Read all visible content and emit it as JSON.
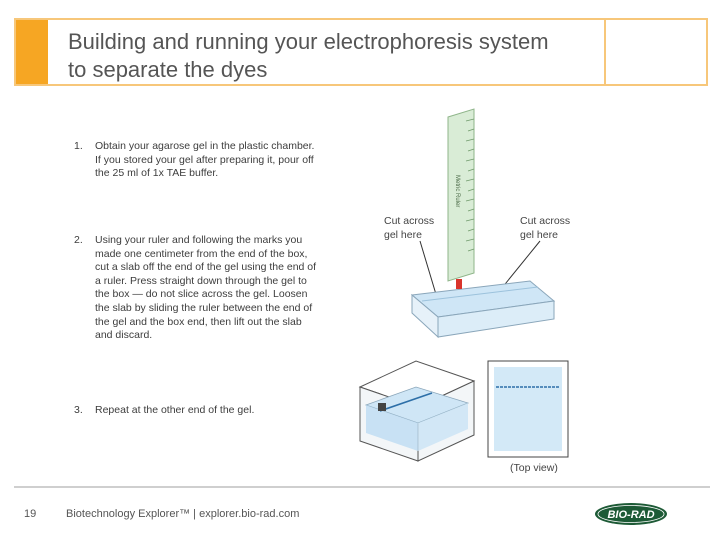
{
  "slide": {
    "title_line1": "Building and running your electrophoresis system",
    "title_line2": "to separate the dyes",
    "accent_color": "#f6a623"
  },
  "steps": [
    {
      "number": "1.",
      "lines": [
        "Obtain your agarose gel in the plastic chamber.",
        "If you stored your gel after preparing it, pour off",
        "the 25 ml of 1x TAE buffer."
      ]
    },
    {
      "number": "2.",
      "lines": [
        "Using your ruler and following the marks you",
        "made one centimeter from the end of the box,",
        "cut a slab off the end of the gel using the end of",
        "a ruler. Press straight down through the gel to",
        "the box — do not slice across the gel. Loosen",
        "the slab by sliding the ruler between the end of",
        "the gel and the box end, then lift out the slab",
        "and discard."
      ]
    },
    {
      "number": "3.",
      "lines": [
        "Repeat at the other end of the gel."
      ]
    }
  ],
  "illustration": {
    "ruler_label": "Metric Ruler",
    "cut_left_line1": "Cut across",
    "cut_left_line2": "gel here",
    "cut_right_line1": "Cut across",
    "cut_right_line2": "gel here",
    "top_view_label": "(Top view)"
  },
  "footer": {
    "page_number": "19",
    "text": "Biotechnology Explorer™ |   explorer.bio-rad.com",
    "logo_text": "BIO-RAD"
  }
}
